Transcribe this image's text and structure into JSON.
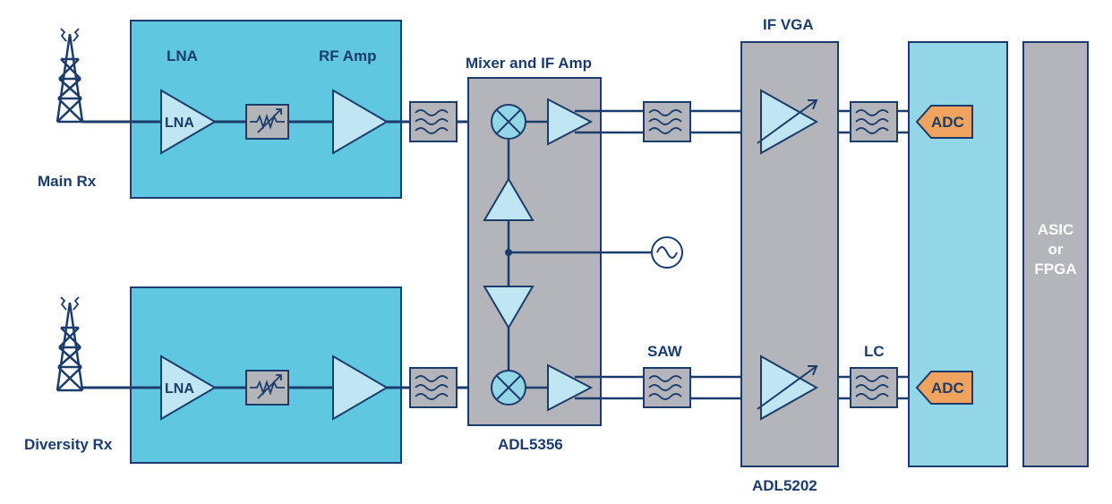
{
  "labels": {
    "lna_block_title": "LNA",
    "rf_amp_title": "RF Amp",
    "mixer_title": "Mixer and IF Amp",
    "if_vga_title": "IF VGA",
    "lna_amp_main": "LNA",
    "lna_amp_div": "LNA",
    "main_rx": "Main Rx",
    "diversity_rx": "Diversity Rx",
    "saw": "SAW",
    "lc": "LC",
    "adc_top": "ADC",
    "adc_bottom": "ADC",
    "asic_line1": "ASIC",
    "asic_line2": "or",
    "asic_line3": "FPGA",
    "adl5356": "ADL5356",
    "adl5202": "ADL5202"
  },
  "colors": {
    "navy": "#1c3d6b",
    "cyan_block": "#5fc7e0",
    "light_cyan_block": "#93d6e8",
    "gray_block": "#b3b5ba",
    "amp_fill": "#bfe6f2",
    "adc_fill": "#f0a35e"
  },
  "icons": [
    "antenna-tower-icon",
    "attenuator-icon",
    "filter-icon",
    "mixer-icon",
    "oscillator-icon",
    "vga-icon"
  ]
}
